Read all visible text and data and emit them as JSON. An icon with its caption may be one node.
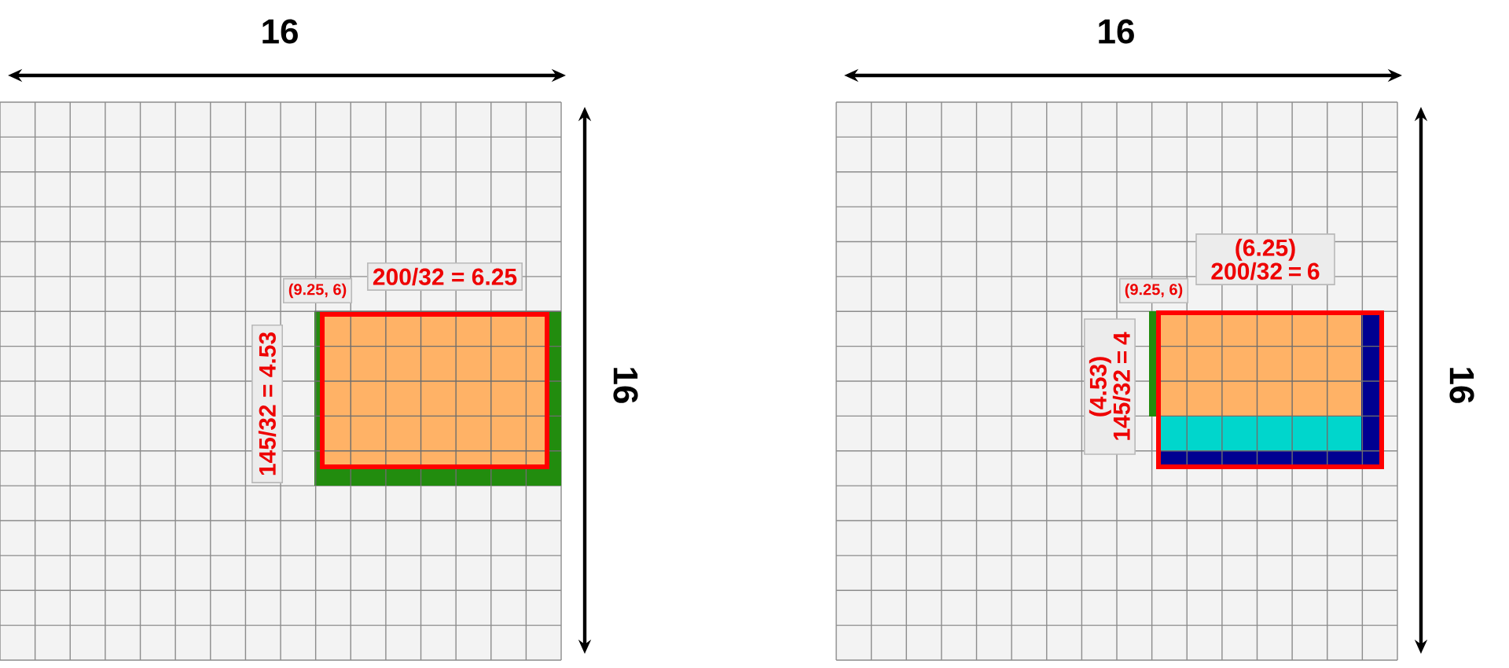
{
  "diagram": {
    "labels": [
      "16",
      "200/32 = 6.25",
      "(9.25, 6)",
      "145/32 = 4.53",
      "16",
      "16",
      "(6.25) 200/32 = 6",
      "(9.25, 6)",
      "(4.53) 145/32 = 4",
      "16"
    ]
  }
}
